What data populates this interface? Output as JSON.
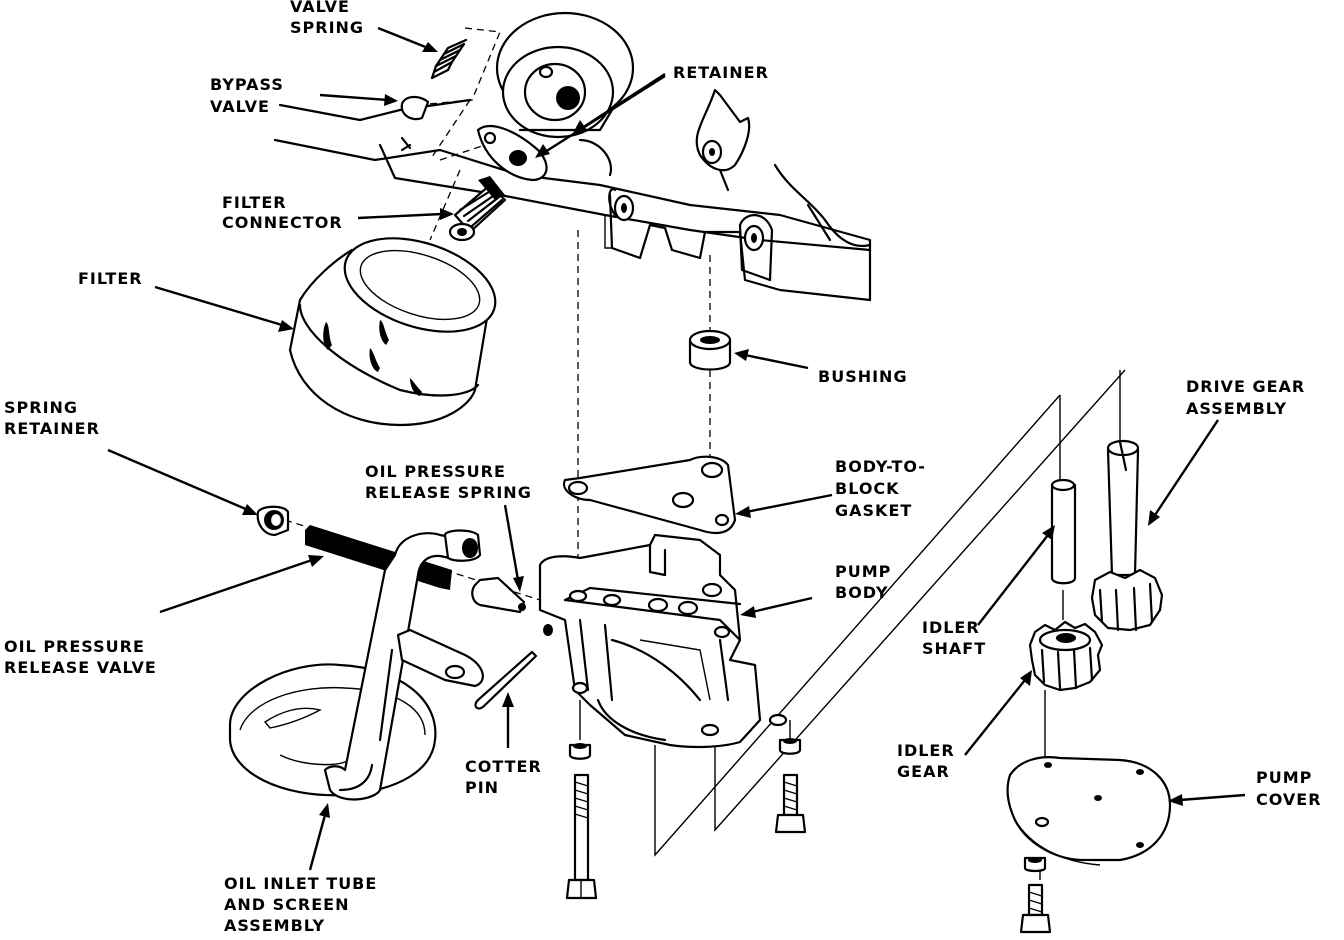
{
  "labels": {
    "valve_spring": [
      "VALVE",
      "SPRING"
    ],
    "bypass_valve": [
      "BYPASS",
      "VALVE"
    ],
    "retainer": "RETAINER",
    "filter_connector": [
      "FILTER",
      "CONNECTOR"
    ],
    "filter": "FILTER",
    "bushing": "BUSHING",
    "drive_gear_assembly": [
      "DRIVE GEAR",
      "ASSEMBLY"
    ],
    "spring_retainer": [
      "SPRING",
      "RETAINER"
    ],
    "oil_pressure_release_spring": [
      "OIL PRESSURE",
      "RELEASE SPRING"
    ],
    "body_to_block_gasket": [
      "BODY-TO-",
      "BLOCK",
      "GASKET"
    ],
    "pump_body": [
      "PUMP",
      "BODY"
    ],
    "oil_pressure_release_valve": [
      "OIL PRESSURE",
      "RELEASE VALVE"
    ],
    "idler_shaft": [
      "IDLER",
      "SHAFT"
    ],
    "idler_gear": [
      "IDLER",
      "GEAR"
    ],
    "cotter_pin": [
      "COTTER",
      "PIN"
    ],
    "pump_cover": [
      "PUMP",
      "COVER"
    ],
    "oil_inlet_tube": [
      "OIL INLET TUBE",
      "AND SCREEN",
      "ASSEMBLY"
    ]
  }
}
